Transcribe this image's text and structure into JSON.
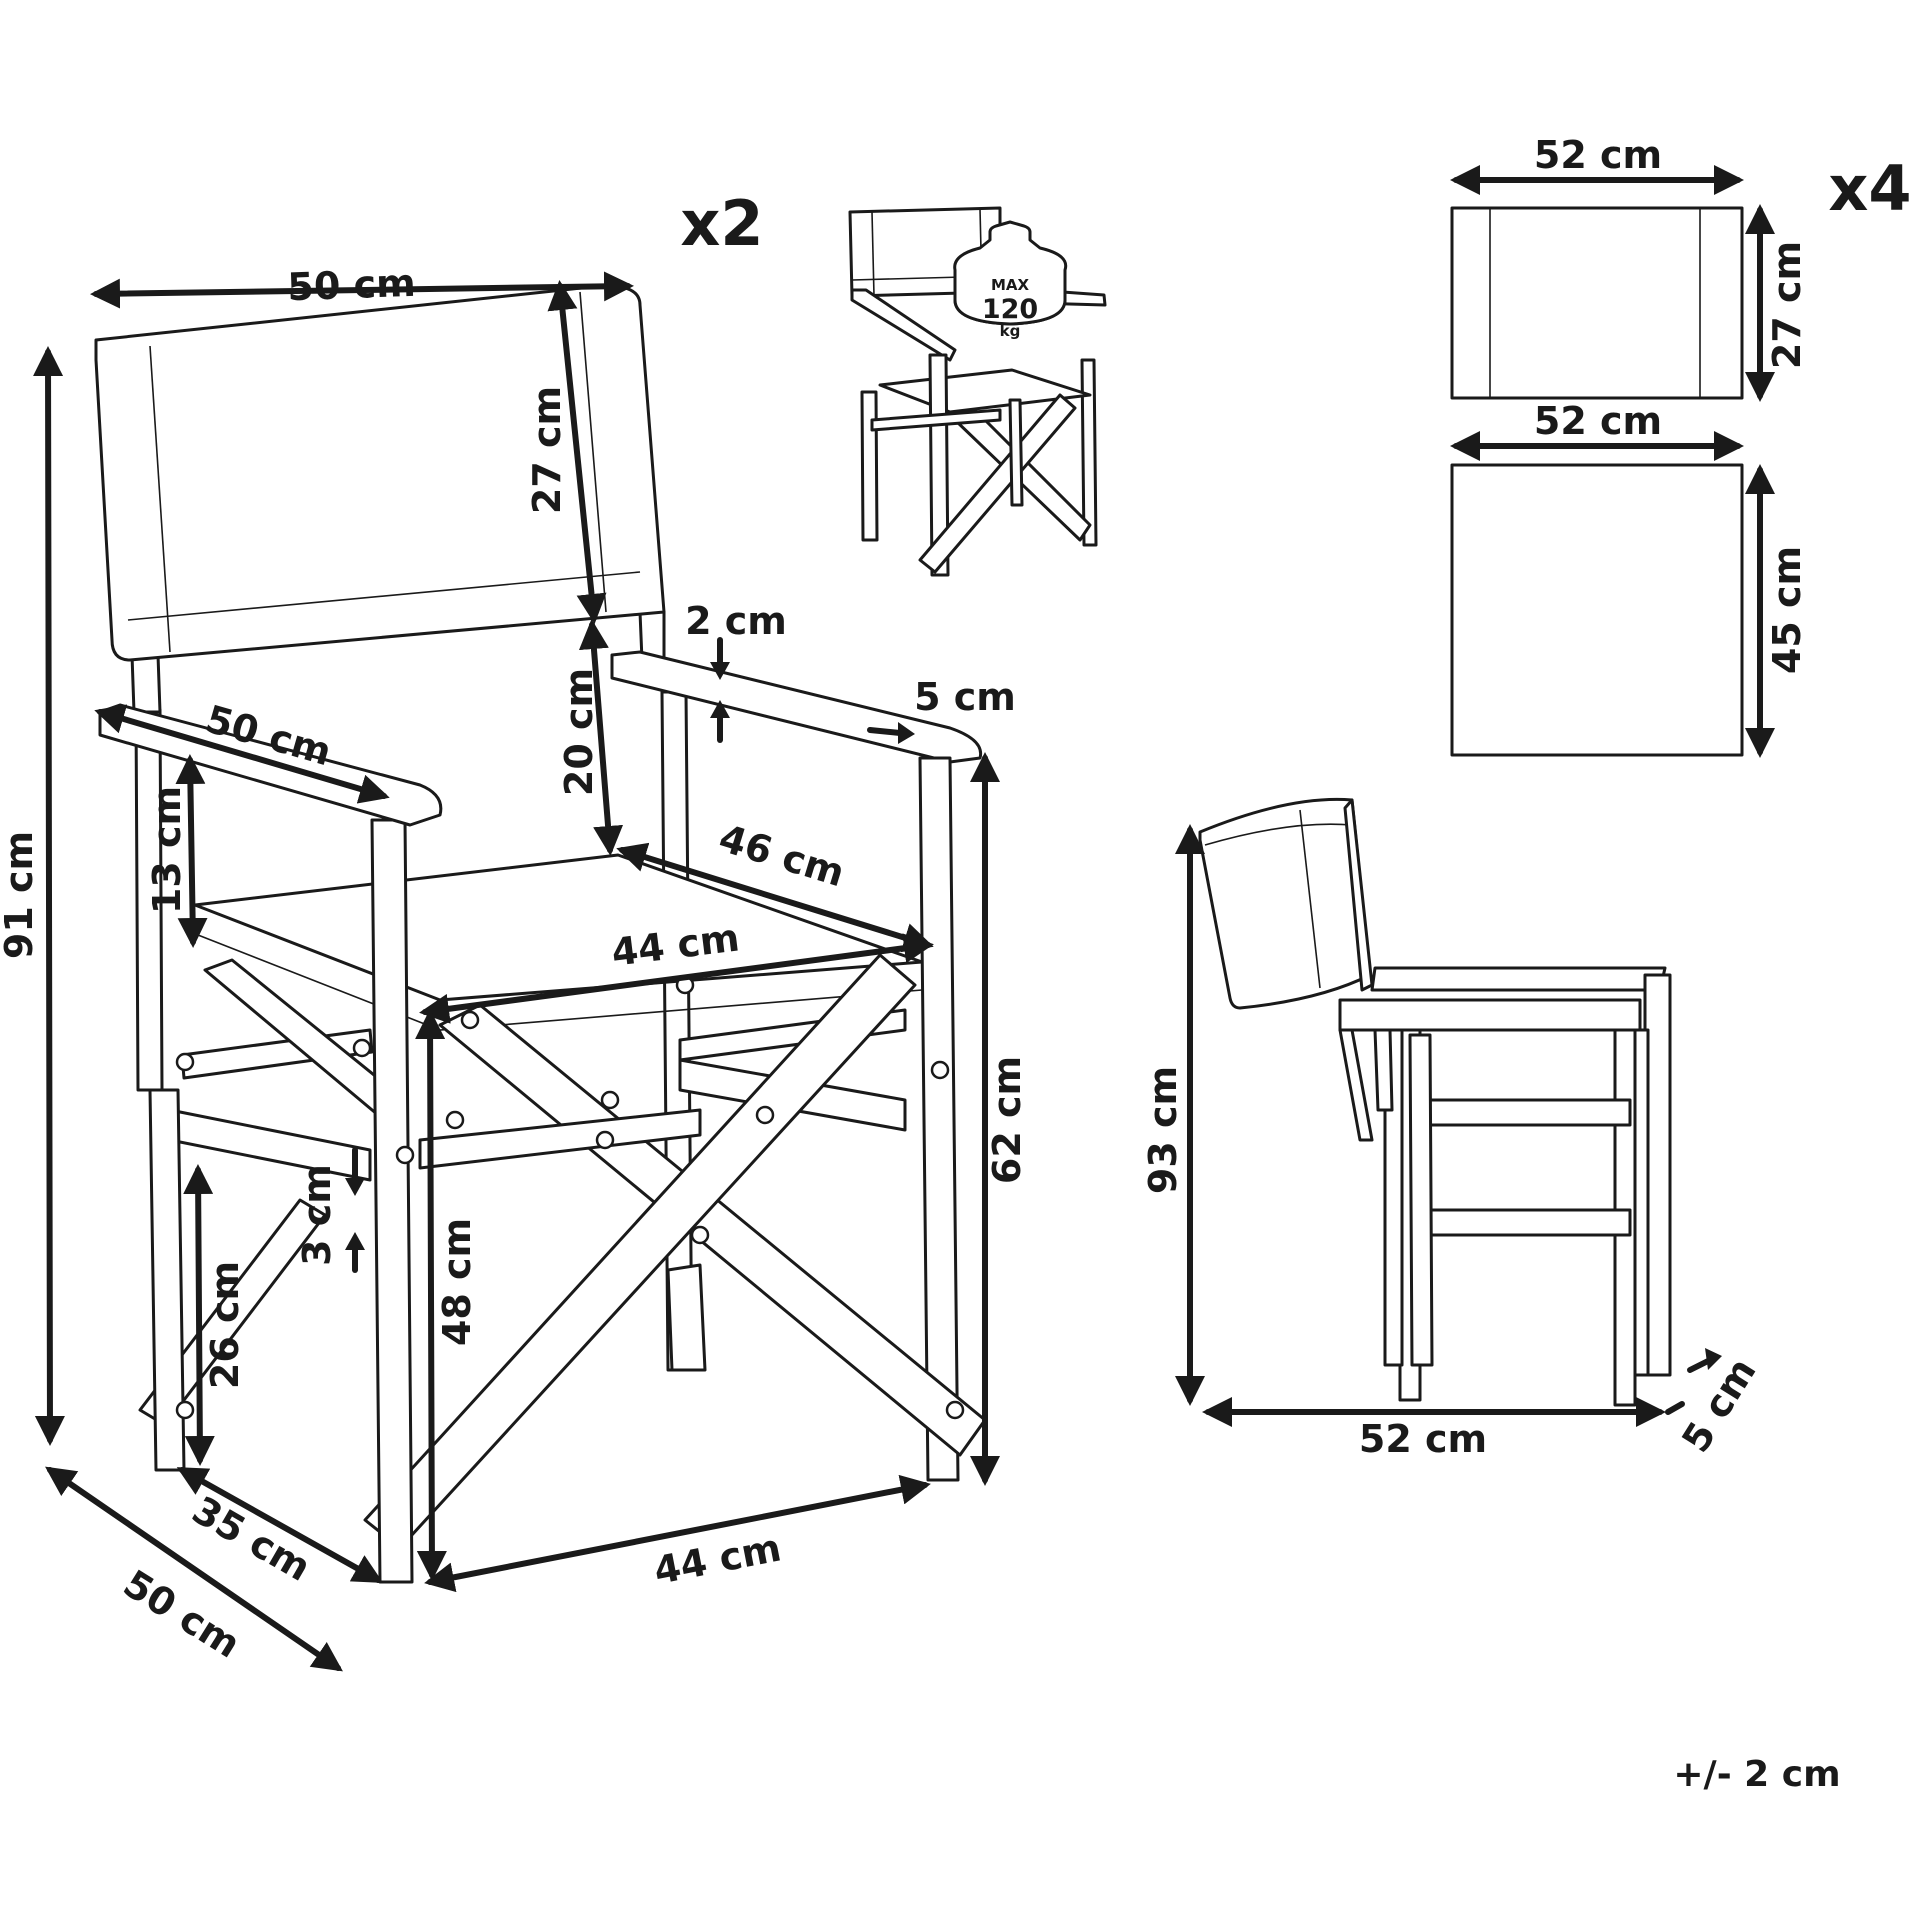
{
  "multipliers": {
    "chairs": "x2",
    "fabrics": "x4"
  },
  "badge": {
    "line1": "MAX",
    "line2": "120",
    "line3": "kg"
  },
  "tolerance": "+/- 2 cm",
  "main_chair_dims": {
    "back_width": "50 cm",
    "back_height": "27 cm",
    "back_to_seat": "20 cm",
    "arm_thickness": "2 cm",
    "arm_width": "5 cm",
    "arm_length": "50 cm",
    "arm_above_seat": "13 cm",
    "seat_depth": "46 cm",
    "seat_width": "44 cm",
    "total_height": "91 cm",
    "arm_height": "62 cm",
    "seat_height": "48 cm",
    "rail_thickness": "3 cm",
    "rail_height": "26 cm",
    "depth_total": "50 cm",
    "depth_legs": "35 cm",
    "base_width": "44 cm"
  },
  "fabric_back_dims": {
    "width": "52 cm",
    "height": "27 cm"
  },
  "fabric_seat_dims": {
    "width": "52 cm",
    "height": "45 cm"
  },
  "folded_chair_dims": {
    "height": "93 cm",
    "width": "52 cm",
    "thickness": "5 cm"
  }
}
